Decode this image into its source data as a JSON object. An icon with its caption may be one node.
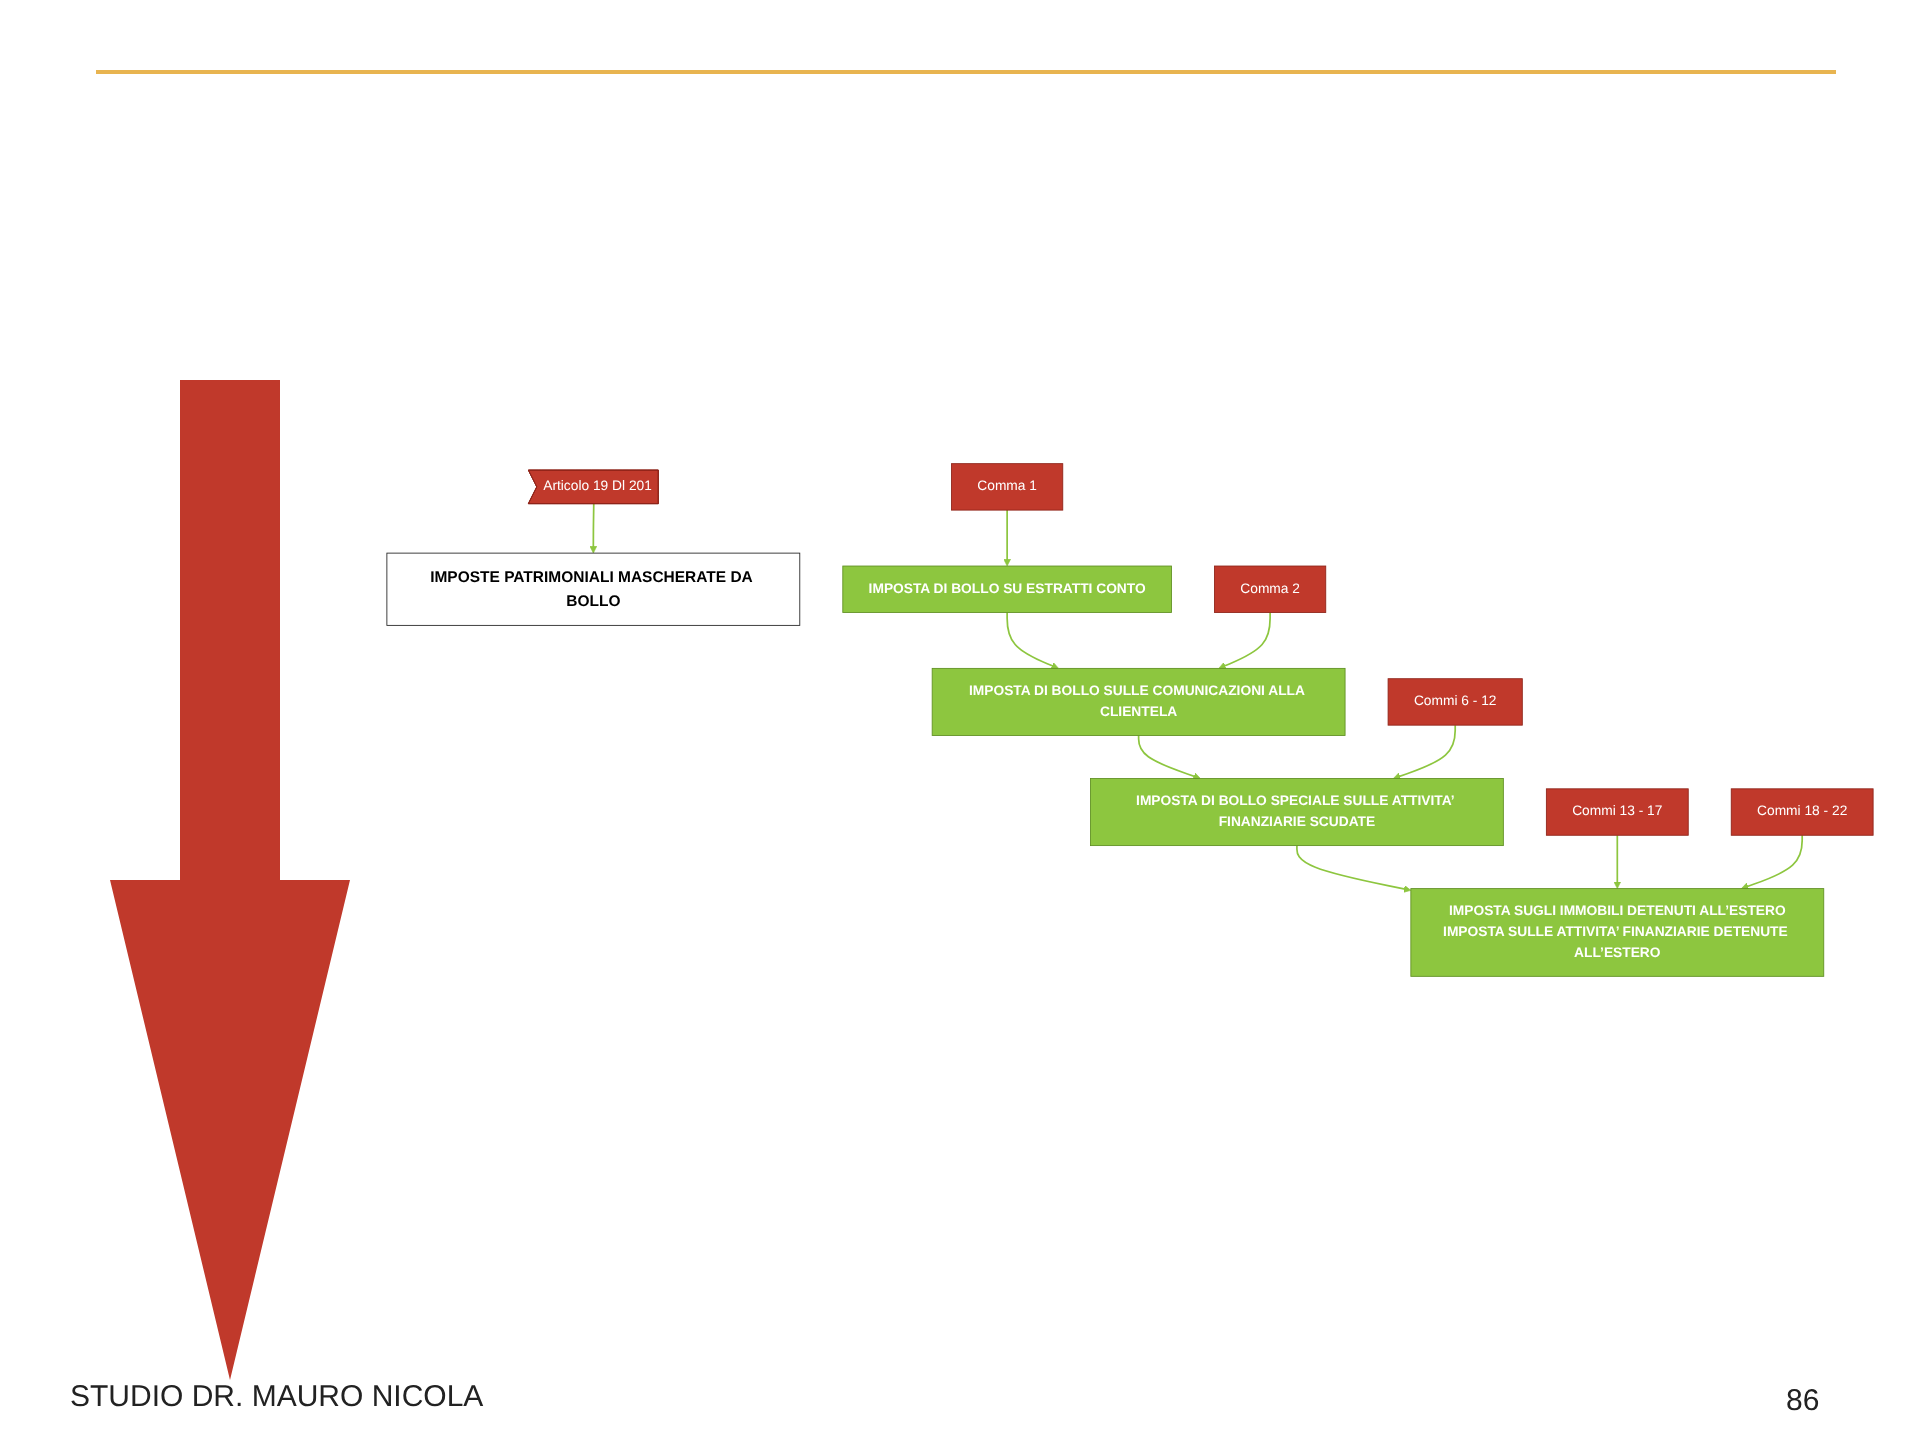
{
  "diagram": {
    "nodes": [
      {
        "text": [
          "Articolo 19 Dl 201"
        ]
      },
      {
        "text": [
          "IMPOSTE PATRIMONIALI MASCHERATE DA BOLLO"
        ]
      },
      {
        "text": [
          "IMPOSTA DI BOLLO SU ESTRATTI CONTO"
        ]
      },
      {
        "text": [
          "Comma 1"
        ]
      },
      {
        "text": [
          "IMPOSTA DI BOLLO SULLE COMUNICAZIONI ALLA CLIENTELA"
        ]
      },
      {
        "text": [
          "Comma 2"
        ]
      },
      {
        "text": [
          "IMPOSTA DI BOLLO SPECIALE SULLE ATTIVITA’ FINANZIARIE SCUDATE"
        ]
      },
      {
        "text": [
          "Commi 6 - 12"
        ]
      },
      {
        "text": [
          "IMPOSTA SUGLI IMMOBILI DETENUTI ALL’ESTERO",
          "IMPOSTA SULLE ATTIVITA’ FINANZIARIE DETENUTE ALL’ESTERO"
        ]
      },
      {
        "text": [
          "Commi 13 - 17"
        ]
      },
      {
        "text": [
          "Commi 18 - 22"
        ]
      }
    ],
    "edges": [
      {
        "from": 0,
        "to": 1,
        "arrow": "to"
      },
      {
        "from": 3,
        "to": 2,
        "arrow": "to"
      },
      {
        "from": 2,
        "to": 4,
        "arrow": "to"
      },
      {
        "from": 5,
        "to": 4,
        "arrow": "to"
      },
      {
        "from": 4,
        "to": 6,
        "arrow": "to"
      },
      {
        "from": 7,
        "to": 6,
        "arrow": "to"
      },
      {
        "from": 6,
        "to": 8,
        "arrow": "to"
      },
      {
        "from": 9,
        "to": 8,
        "arrow": "to"
      },
      {
        "from": 10,
        "to": 8,
        "arrow": "to"
      }
    ],
    "labels": [
      "STUDIO DR. MAURO NICOLA",
      "86"
    ]
  }
}
